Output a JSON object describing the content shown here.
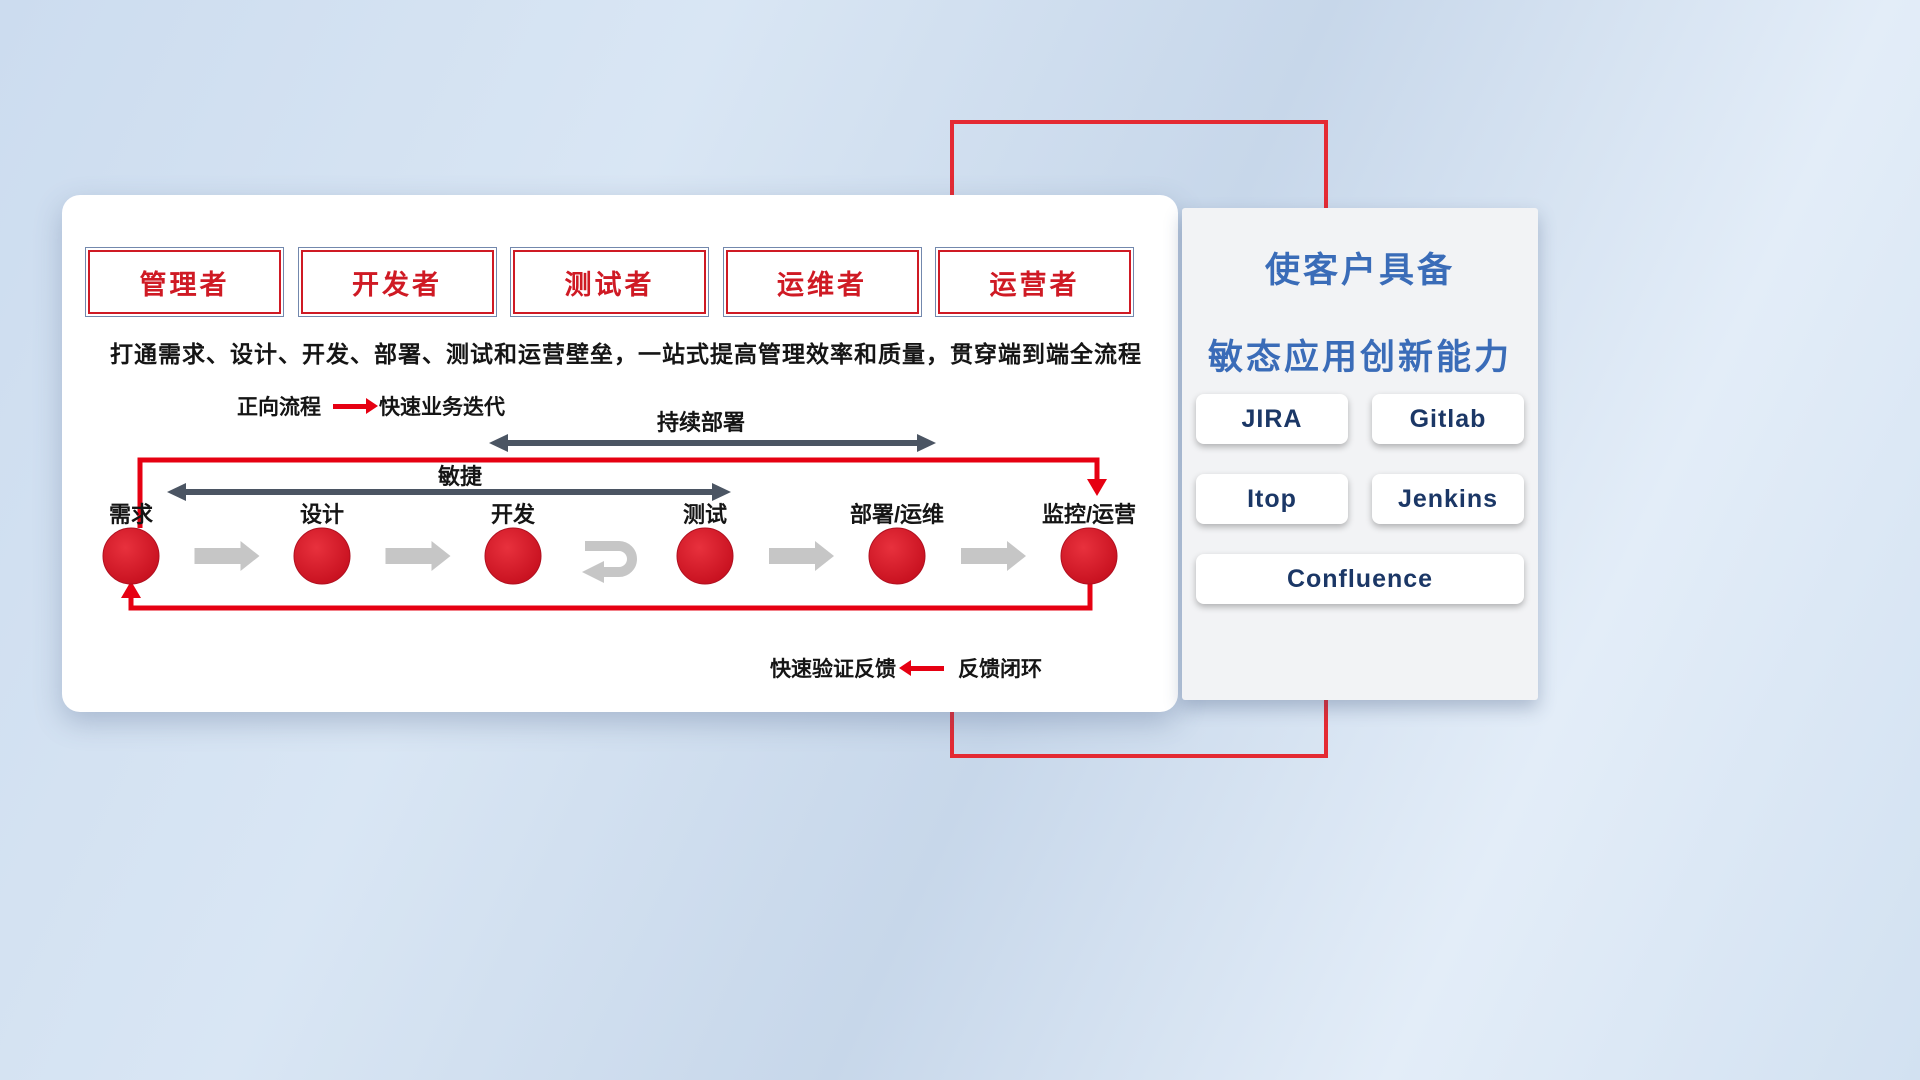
{
  "card": {
    "roles": [
      {
        "label": "管理者"
      },
      {
        "label": "开发者"
      },
      {
        "label": "测试者"
      },
      {
        "label": "运维者"
      },
      {
        "label": "运营者"
      }
    ],
    "description": "打通需求、设计、开发、部署、测试和运营壁垒，一站式提高管理效率和质量，贯穿端到端全流程",
    "legend_forward": {
      "label": "正向流程",
      "value": "快速业务迭代"
    },
    "legend_feedback": {
      "label": "快速验证反馈",
      "value": "反馈闭环"
    },
    "flow": {
      "agile_label": "敏捷",
      "continuous_deploy_label": "持续部署",
      "stages": [
        "需求",
        "设计",
        "开发",
        "测试",
        "部署/运维",
        "监控/运营"
      ]
    }
  },
  "right_panel": {
    "title_line1": "使客户具备",
    "title_line2": "敏态应用创新能力",
    "tools": [
      "JIRA",
      "Gitlab",
      "Itop",
      "Jenkins",
      "Confluence"
    ]
  },
  "colors": {
    "accent_red": "#e60012",
    "circle_red": "#d4111f",
    "arrow_dark": "#4b5563",
    "arrow_gray": "#c6c6c6",
    "title_blue": "#3a6cb8",
    "tool_text_navy": "#1b3766"
  }
}
